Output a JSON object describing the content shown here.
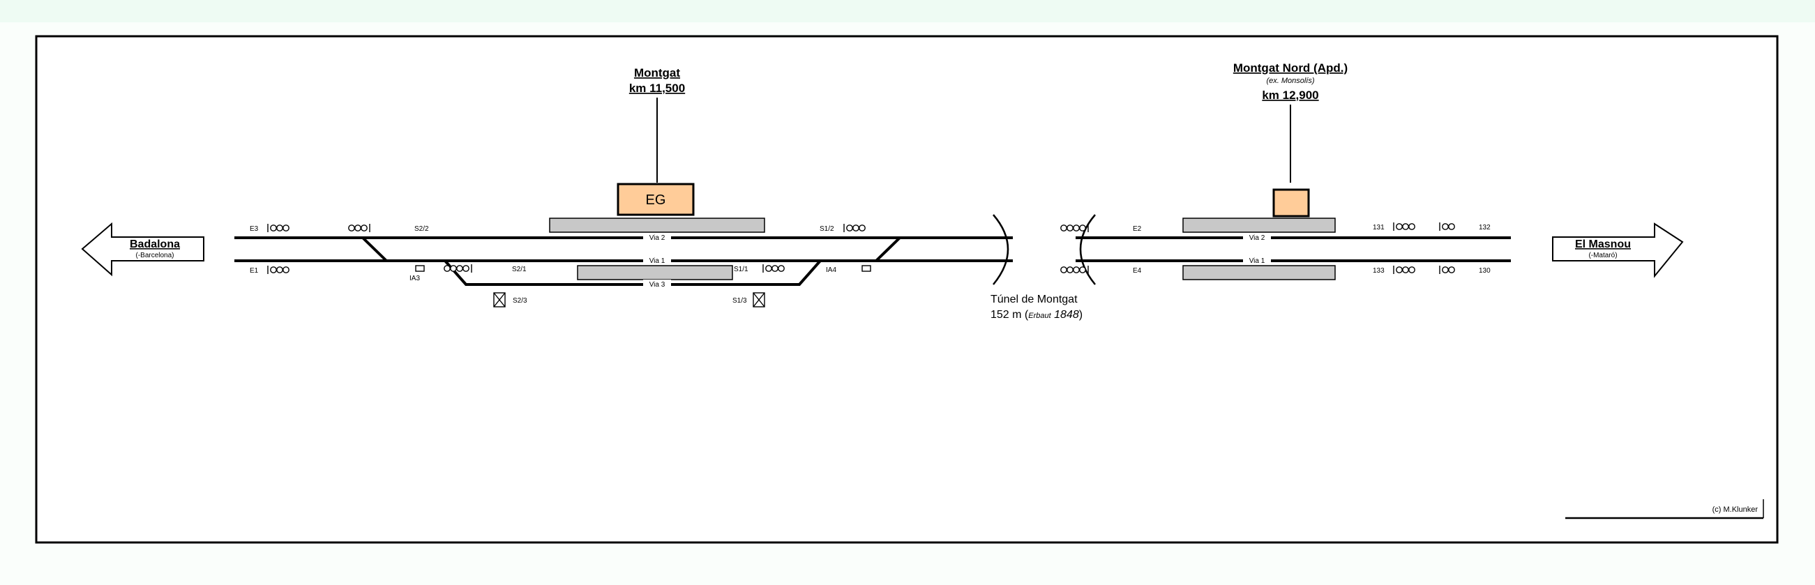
{
  "stations": {
    "montgat": {
      "name": "Montgat",
      "km": "km 11,500",
      "building_label": "EG"
    },
    "montgat_nord": {
      "name": "Montgat Nord (Apd.)",
      "former_name": "(ex. Monsolís)",
      "km": "km 12,900"
    }
  },
  "destinations": {
    "west": {
      "name": "Badalona",
      "sub": "(-Barcelona)"
    },
    "east": {
      "name": "El Masnou",
      "sub": "(-Mataró)"
    }
  },
  "tunnel": {
    "name": "Túnel de Montgat",
    "length": "152 m",
    "built_label": "Erbaut",
    "built_year": "1848"
  },
  "tracks": {
    "via2": "Via 2",
    "via1": "Via 1",
    "via3": "Via 3"
  },
  "signals": {
    "e3": "E3",
    "e1": "E1",
    "s2_2": "S2/2",
    "s2_1": "S2/1",
    "s2_3": "S2/3",
    "s1_2": "S1/2",
    "s1_1": "S1/1",
    "s1_3": "S1/3",
    "ia3": "IA3",
    "ia4": "IA4",
    "e2": "E2",
    "e4": "E4",
    "b131": "131",
    "b132": "132",
    "b133": "133",
    "b130": "130"
  },
  "credit": "(c) M.Klunker",
  "colors": {
    "frame": "#000000",
    "platform": "#c8c8c8",
    "building": "#ffcc99",
    "track": "#000000",
    "faint_block": "#eefbf3"
  }
}
